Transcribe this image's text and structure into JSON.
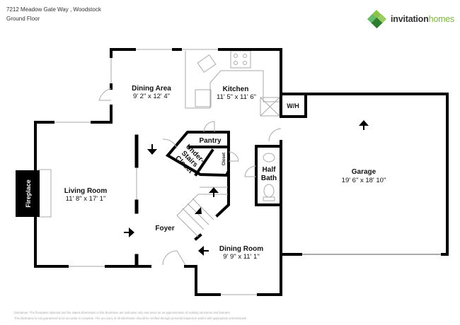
{
  "header": {
    "address": "7212 Meadow Gate Way , Woodstock",
    "floor": "Ground Floor"
  },
  "logo": {
    "brand_part1": "invitation",
    "brand_part2": "homes",
    "colors": {
      "dark": "#2e7d32",
      "mid": "#43a047",
      "light": "#8bc34a"
    }
  },
  "rooms": {
    "dining_area": {
      "name": "Dining Area",
      "dims": "9' 2\" x 12' 4\""
    },
    "kitchen": {
      "name": "Kitchen",
      "dims": "11' 5\" x 11' 6\""
    },
    "wh": {
      "name": "W/H"
    },
    "pantry": {
      "name": "Pantry"
    },
    "under_stairs": {
      "line1": "Under-",
      "line2": "Stairs",
      "line3": "Closet"
    },
    "closet": {
      "name": "Closet"
    },
    "half_bath": {
      "line1": "Half",
      "line2": "Bath"
    },
    "garage": {
      "name": "Garage",
      "dims": "19' 6\" x 18' 10\""
    },
    "living_room": {
      "name": "Living Room",
      "dims": "11' 8\" x 17' 1\""
    },
    "fireplace": {
      "name": "Fireplace"
    },
    "foyer": {
      "name": "Foyer"
    },
    "dining_room": {
      "name": "Dining Room",
      "dims": "9' 9\" x 11' 1\""
    }
  },
  "disclaimer": {
    "line1": "Disclaimer: The floorplans depicted and the stated dimensions in this illustration are indicative only and serve as an approximation of existing structures and features.",
    "line2": "This illustration is not guaranteed to be accurate or complete. The accuracy of all information should be verified through personal inspection and/or with appropriate professionals."
  }
}
